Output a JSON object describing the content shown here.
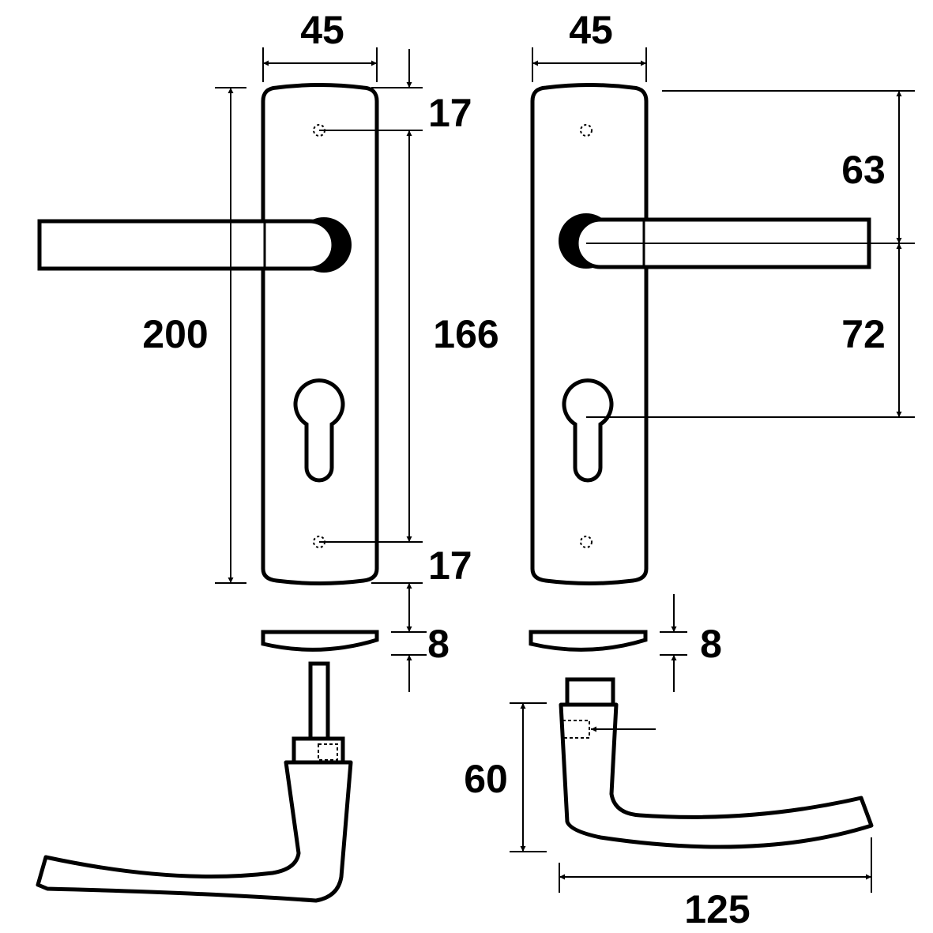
{
  "dimensions": {
    "left_plate_width": "45",
    "left_total_height": "200",
    "left_top_hole_offset": "17",
    "left_hole_spacing": "166",
    "left_bottom_hole_offset": "17",
    "left_rose_thickness": "8",
    "right_plate_width": "45",
    "right_top_to_handle": "63",
    "right_handle_to_cylinder": "72",
    "right_rose_thickness": "8",
    "lever_height": "60",
    "lever_length": "125"
  },
  "colors": {
    "line": "#000000",
    "fill": "#ffffff"
  }
}
